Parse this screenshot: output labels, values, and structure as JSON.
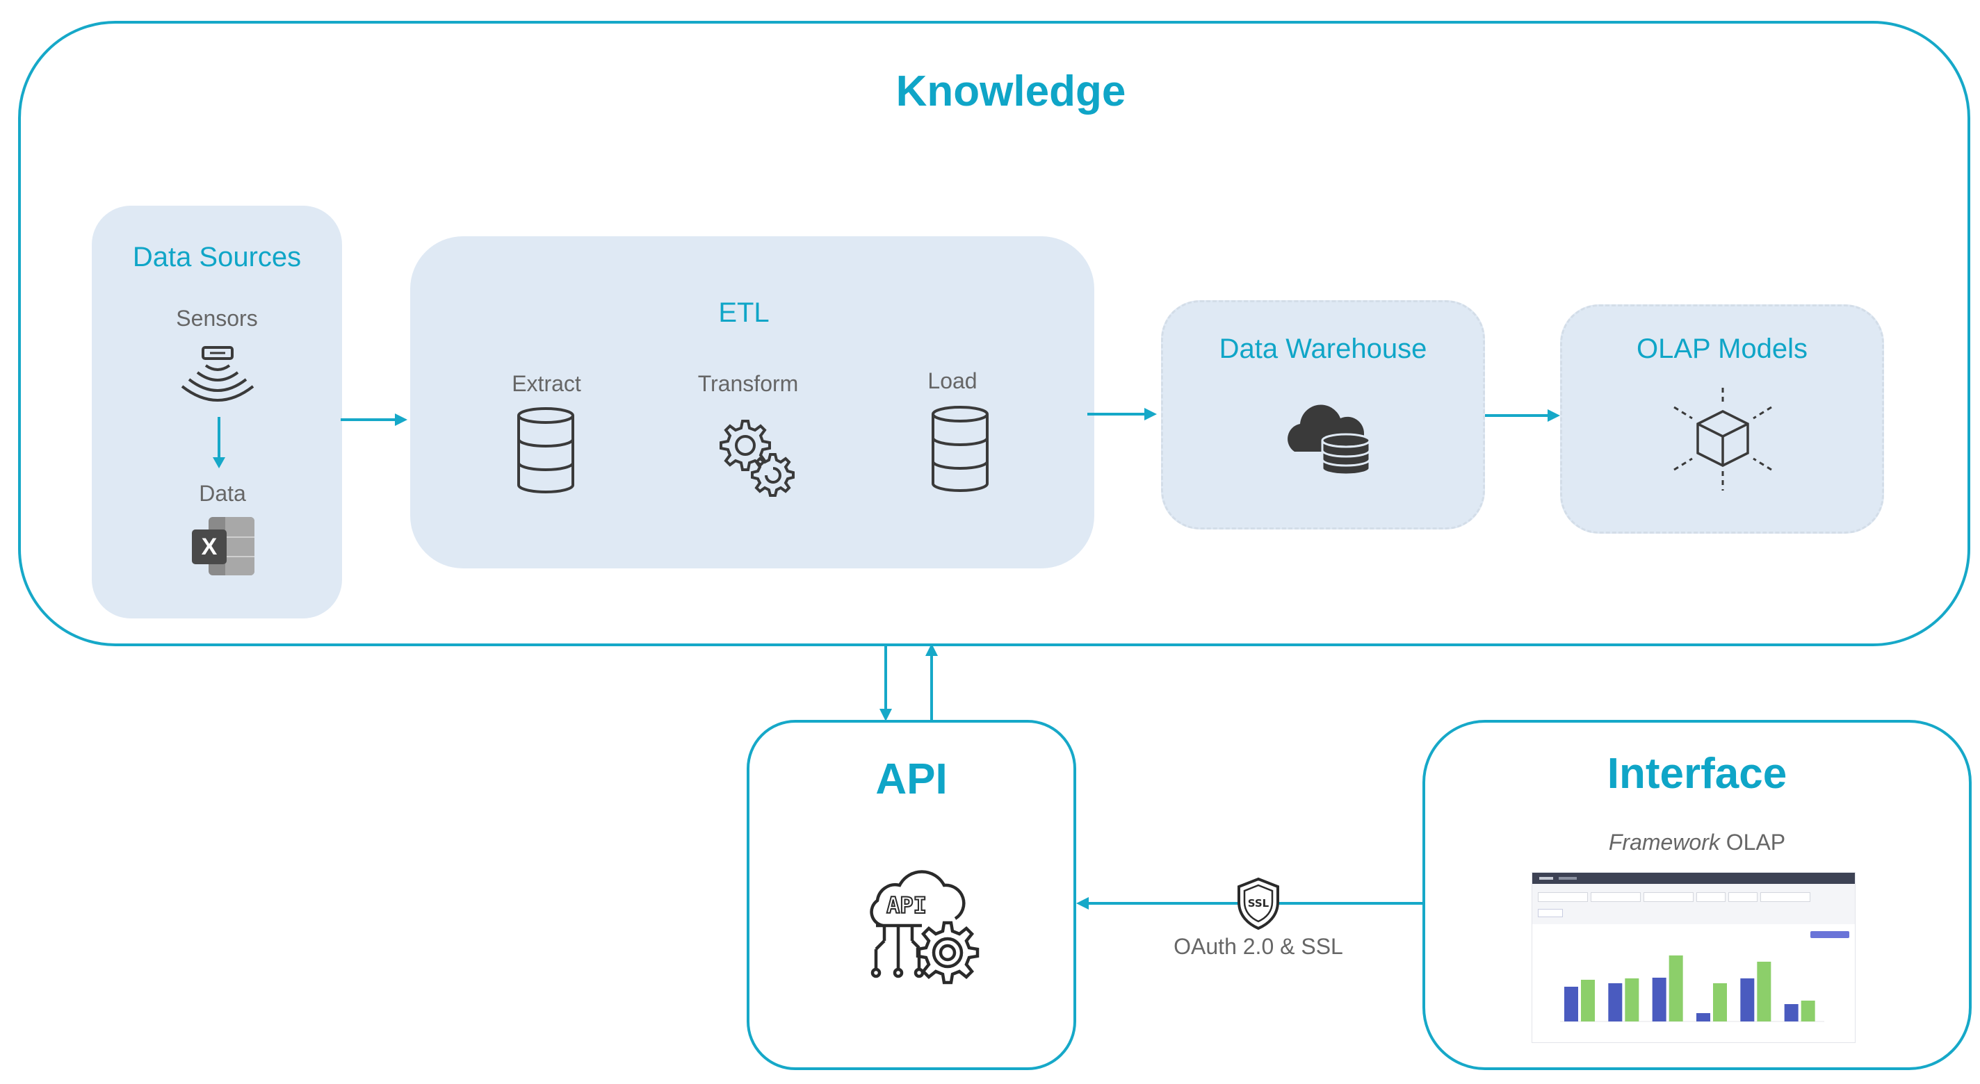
{
  "knowledge": {
    "title": "Knowledge"
  },
  "data_sources": {
    "title": "Data Sources",
    "sensors_label": "Sensors",
    "data_label": "Data",
    "excel_letter": "X"
  },
  "etl": {
    "title": "ETL",
    "extract_label": "Extract",
    "transform_label": "Transform",
    "load_label": "Load"
  },
  "data_warehouse": {
    "title": "Data Warehouse"
  },
  "olap_models": {
    "title": "OLAP Models"
  },
  "api": {
    "title": "API",
    "icon_text": "API"
  },
  "interface": {
    "title": "Interface",
    "subtitle_italic": "Framework",
    "subtitle_rest": " OLAP"
  },
  "connection": {
    "label": "OAuth 2.0 & SSL",
    "badge_text": "SSL"
  },
  "preview_chart": {
    "type": "bar",
    "series": [
      {
        "color": "#4a5bbf",
        "values": [
          0.5,
          0.55,
          0.63,
          0.12,
          0.62,
          0.25
        ]
      },
      {
        "color": "#8ccf6a",
        "values": [
          0.6,
          0.62,
          0.95,
          0.55,
          0.86,
          0.3
        ]
      }
    ]
  },
  "colors": {
    "accent": "#16a8c8",
    "panel": "#dfe9f4",
    "icon": "#3a3a3a"
  }
}
